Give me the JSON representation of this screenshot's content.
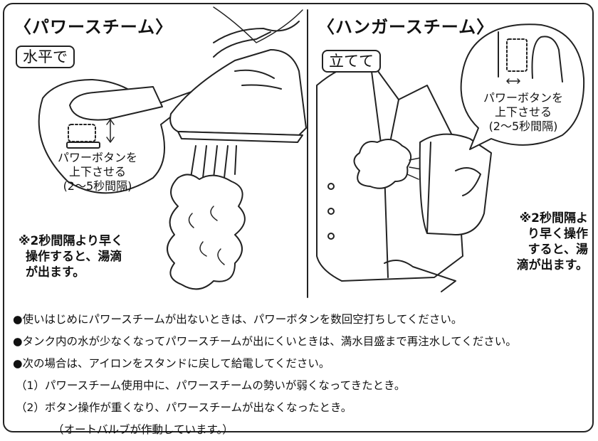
{
  "left_panel": {
    "title": "〈パワースチーム〉",
    "mode_label": "水平で",
    "bubble": [
      "パワーボタンを",
      "上下させる",
      "(2〜5秒間隔)"
    ],
    "note": [
      "※2秒間隔より早く",
      "操作すると、湯滴",
      "が出ます。"
    ]
  },
  "right_panel": {
    "title": "〈ハンガースチーム〉",
    "mode_label": "立てて",
    "bubble": [
      "パワーボタンを",
      "上下させる",
      "(2〜5秒間隔)"
    ],
    "note": [
      "※2秒間隔よ",
      "り早く操作",
      "すると、湯",
      "滴が出ます。"
    ]
  },
  "instructions": [
    "●使いはじめにパワースチームが出ないときは、パワーボタンを数回空打ちしてください。",
    "●タンク内の水が少なくなってパワースチームが出にくいときは、満水目盛まで再注水してください。",
    "●次の場合は、アイロンをスタンドに戻して給電してください。",
    "（1）パワースチーム使用中に、パワースチームの勢いが弱くなってきたとき。",
    "（2）ボタン操作が重くなり、パワースチームが出なくなったとき。",
    "（オートバルブが作動しています。）"
  ]
}
